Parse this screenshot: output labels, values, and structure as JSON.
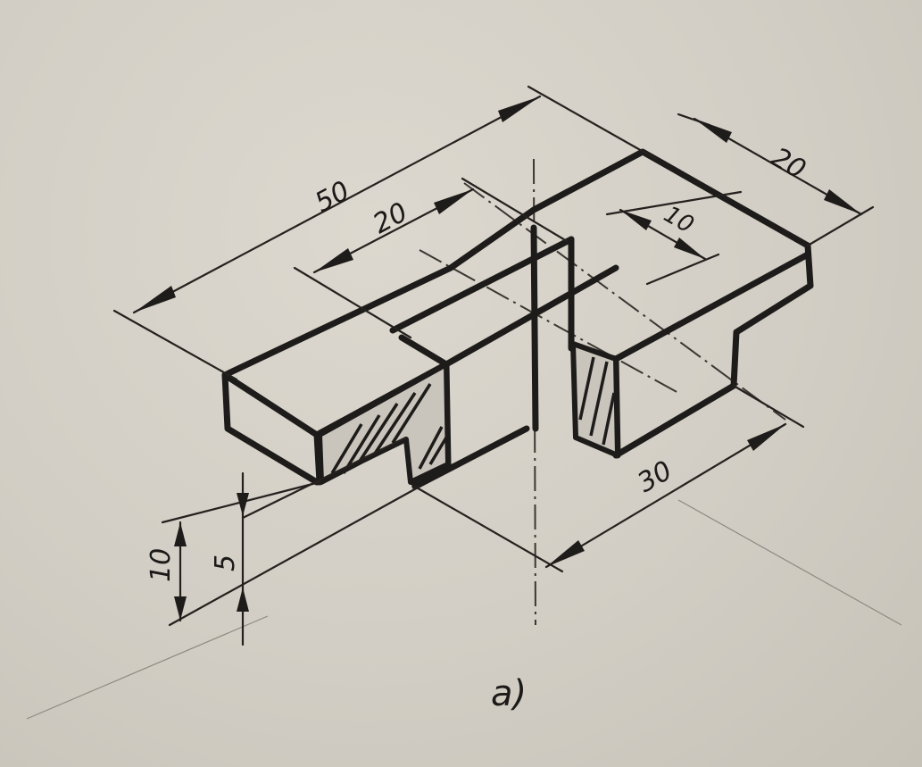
{
  "figure": {
    "caption": "a)",
    "view": "isometric sectional view of a rectangular block with a through slot",
    "dimensions": {
      "overall_length": "50",
      "slot_length": "20",
      "overall_width": "20",
      "slot_width": "10",
      "depth": "30",
      "height_total": "10",
      "height_slot_step": "5"
    }
  },
  "colors": {
    "paper": "#d4d0c7",
    "ink": "#1e1c1a"
  }
}
